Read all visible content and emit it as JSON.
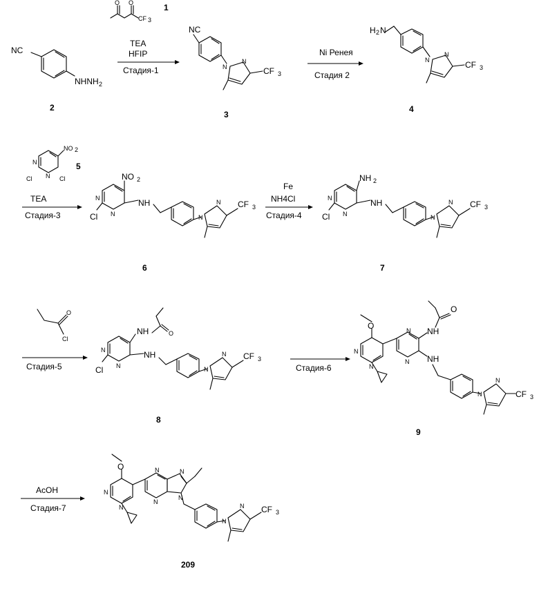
{
  "scheme": {
    "steps": [
      {
        "stage": "Стадия-1",
        "reagents": [
          "TEA",
          "HFIP"
        ],
        "reagent_compound": "1"
      },
      {
        "stage": "Стадия 2",
        "reagents": [
          "Ni Ренея"
        ]
      },
      {
        "stage": "Стадия-3",
        "reagents": [
          "TEA"
        ],
        "reagent_compound": "5"
      },
      {
        "stage": "Стадия-4",
        "reagents": [
          "Fe",
          "NH4Cl"
        ]
      },
      {
        "stage": "Стадия-5",
        "reagents": []
      },
      {
        "stage": "Стадия-6",
        "reagents": []
      },
      {
        "stage": "Стадия-7",
        "reagents": [
          "AcOH"
        ]
      }
    ],
    "compounds": [
      "2",
      "3",
      "4",
      "6",
      "7",
      "8",
      "9",
      "209"
    ],
    "atom_labels": {
      "nc": "NC",
      "nhnh2": "NHNH",
      "h2n": "H",
      "nh2": "NH",
      "no2": "NO",
      "nh": "NH",
      "n": "N",
      "o": "O",
      "cl": "Cl",
      "cf3": "CF",
      "sub2": "2",
      "sub3": "3"
    }
  }
}
